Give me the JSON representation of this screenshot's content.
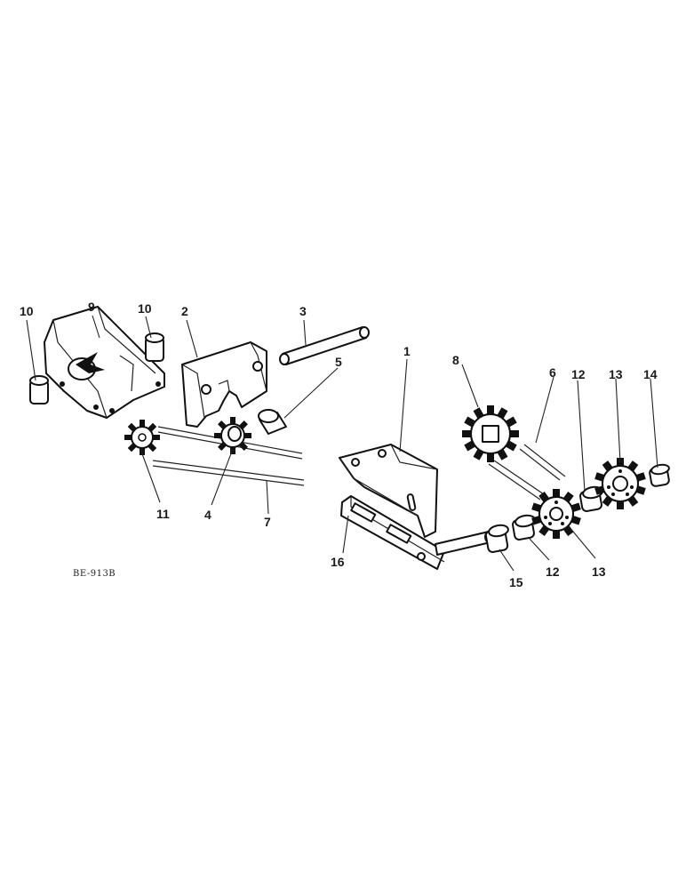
{
  "drawing_code": "BE-913B",
  "callouts": {
    "c10a": "10",
    "c9": "9",
    "c10b": "10",
    "c2": "2",
    "c3": "3",
    "c5": "5",
    "c11": "11",
    "c4": "4",
    "c7": "7",
    "c1": "1",
    "c16": "16",
    "c8": "8",
    "c6": "6",
    "c12a": "12",
    "c13a": "13",
    "c14": "14",
    "c15": "15",
    "c12b": "12",
    "c13b": "13"
  },
  "colors": {
    "ink": "#111111",
    "paper": "#ffffff"
  }
}
